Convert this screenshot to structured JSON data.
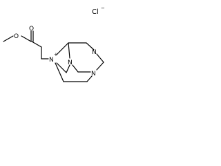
{
  "atoms": {
    "o_ether": "O",
    "o_carbonyl": "O",
    "n_plus": "N",
    "n_plus_charge": "+",
    "n_right": "N",
    "n_center": "N",
    "n_bottom": "N"
  },
  "counterion": {
    "symbol": "Cl",
    "charge": "−"
  },
  "colors": {
    "ink": "#000000",
    "background": "#ffffff"
  }
}
